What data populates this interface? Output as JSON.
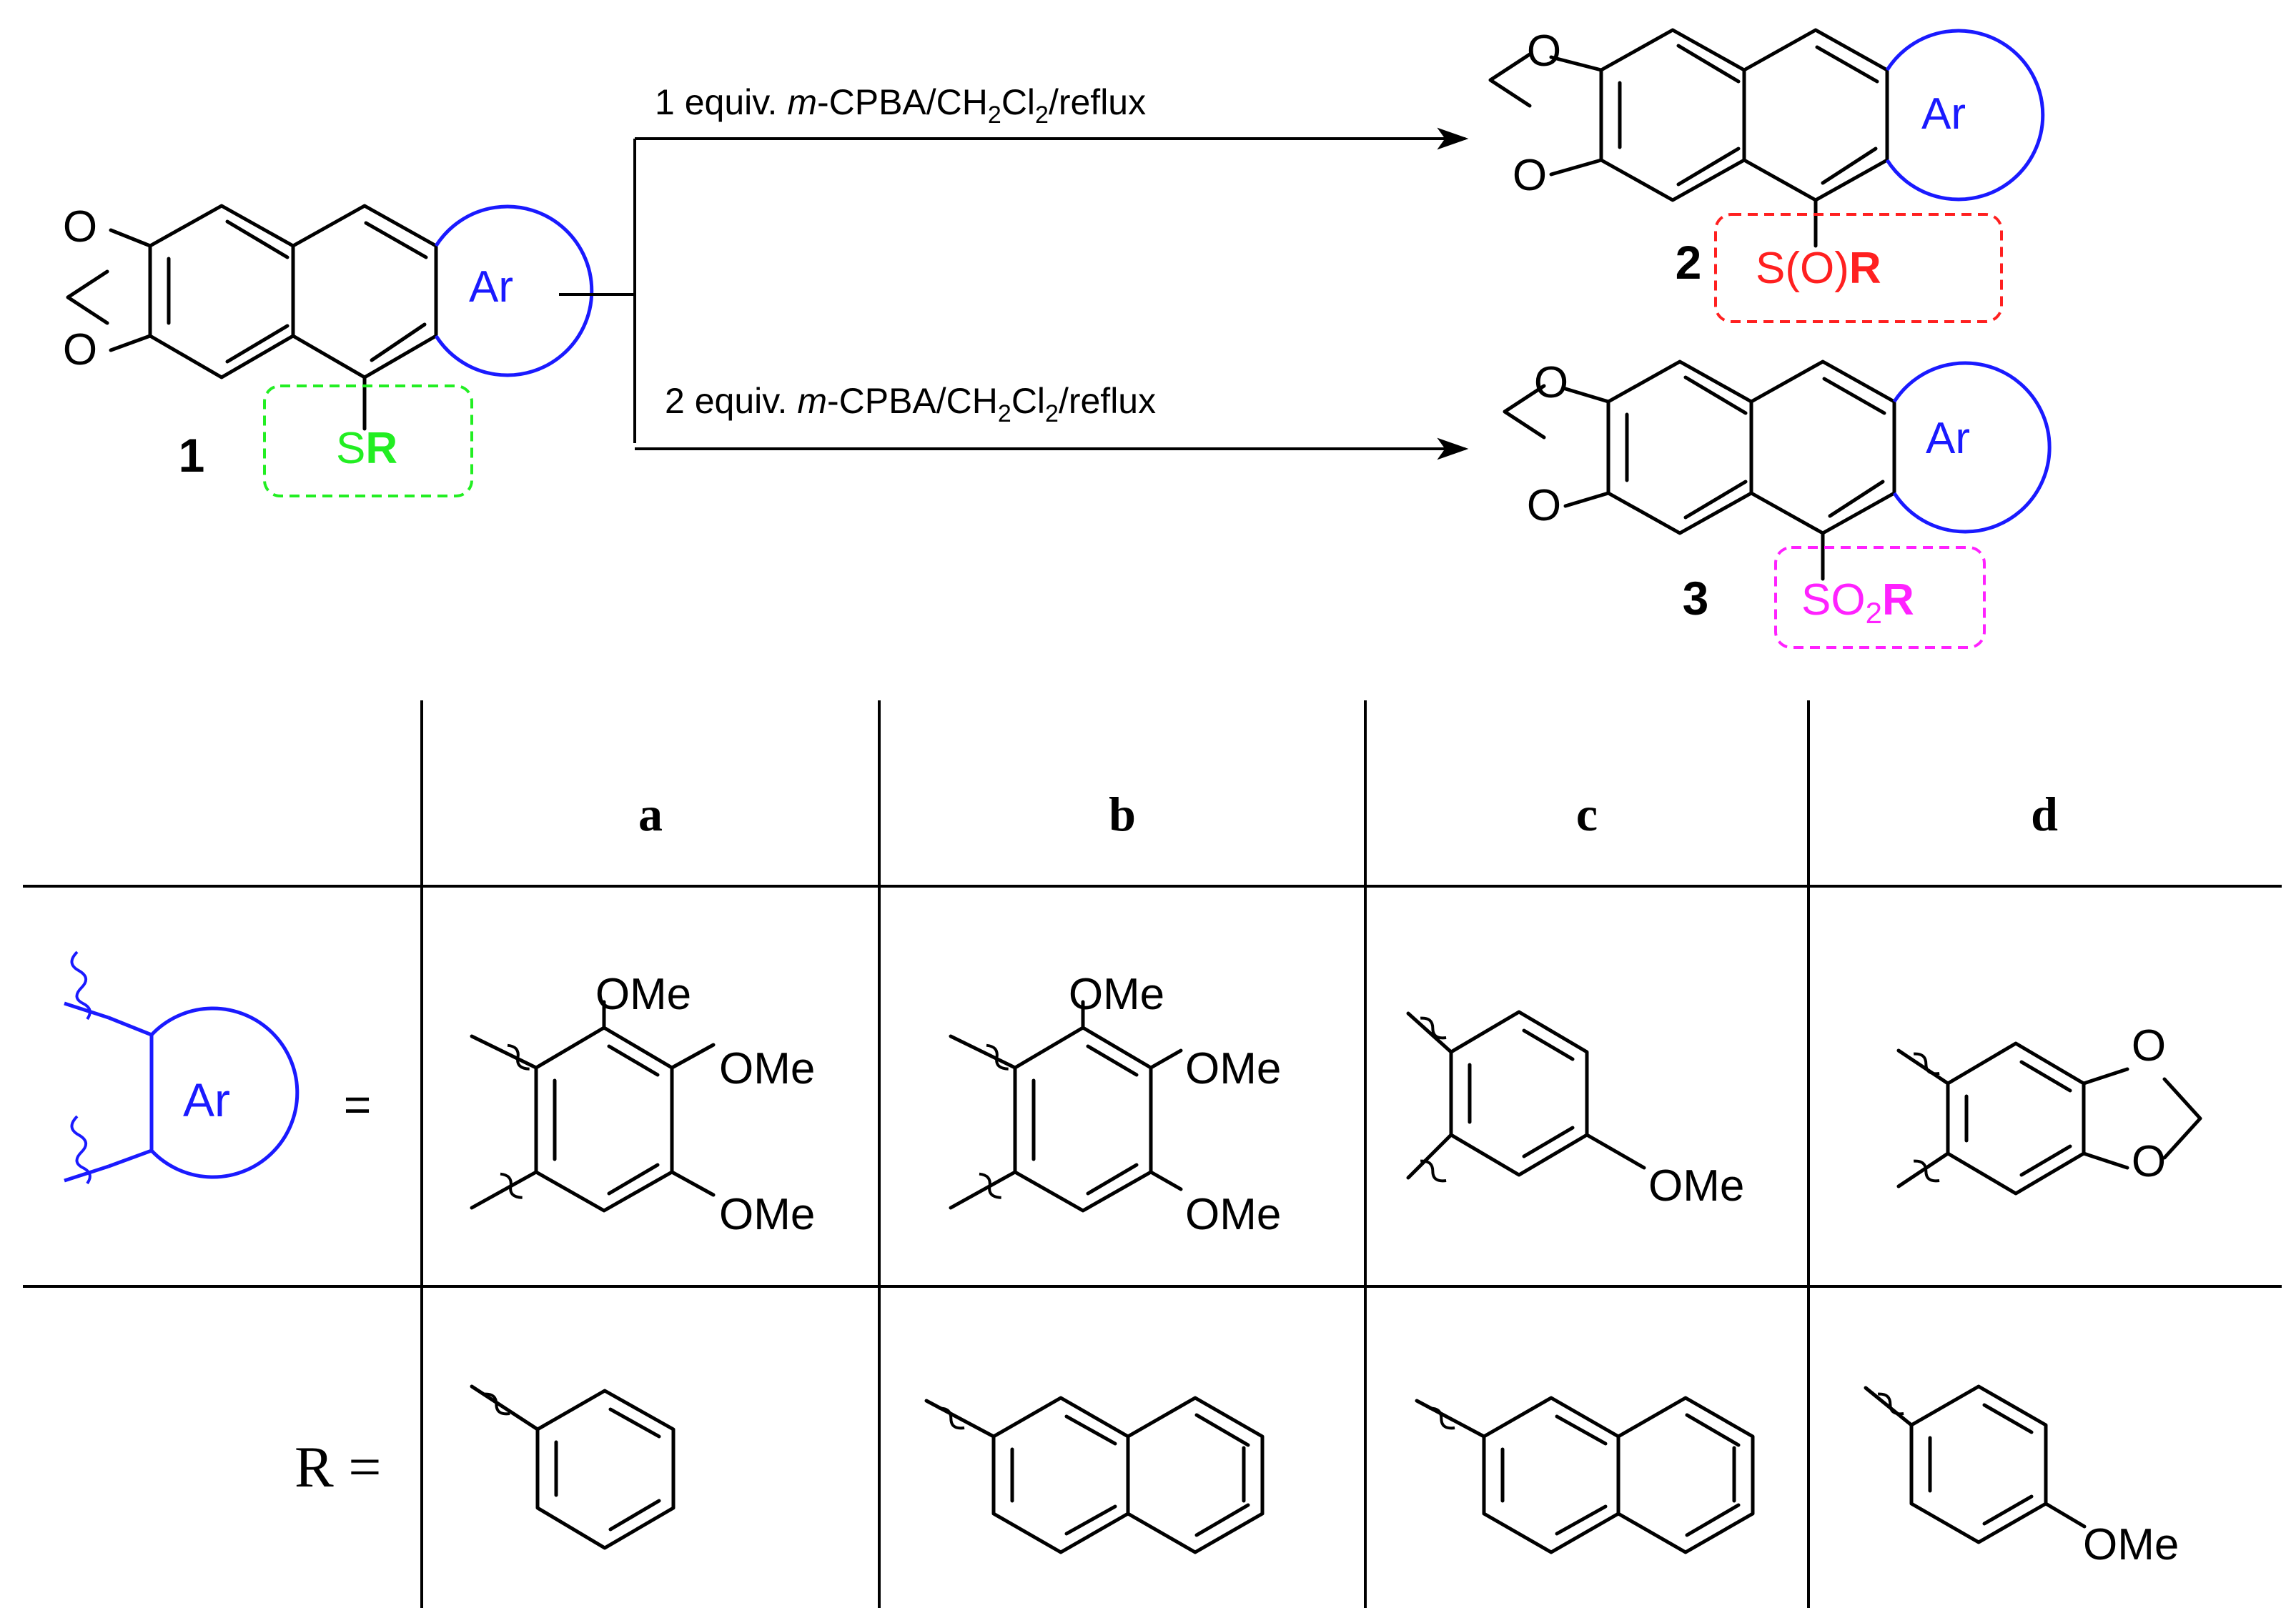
{
  "scheme": {
    "compound_1_label": "1",
    "compound_2_label": "2",
    "compound_3_label": "3",
    "ar_label": "Ar",
    "ring_o": "O",
    "sr": {
      "s": "S",
      "r": "R"
    },
    "sor": {
      "s": "S(O)",
      "r": "R"
    },
    "so2r": {
      "s": "SO",
      "sub": "2",
      "r": "R"
    },
    "condition_top": {
      "lead": "1 equiv. ",
      "ital": "m",
      "mid": "-CPBA/CH",
      "sub1": "2",
      "cl": "Cl",
      "sub2": "2",
      "tail": "/reflux"
    },
    "condition_bottom": {
      "lead": "2 equiv. ",
      "ital": "m",
      "mid": "-CPBA/CH",
      "sub1": "2",
      "cl": "Cl",
      "sub2": "2",
      "tail": "/reflux"
    }
  },
  "table": {
    "columns": [
      "a",
      "b",
      "c",
      "d"
    ],
    "row_ar_equals": "=",
    "row_r_label": "R =",
    "ome": "OMe",
    "o": "O"
  },
  "colors": {
    "sr_green": "#22ee22",
    "sor_red": "#ff2020",
    "so2r_magenta": "#ff22ff",
    "ar_blue": "#1a1aff",
    "ink": "#000000"
  }
}
